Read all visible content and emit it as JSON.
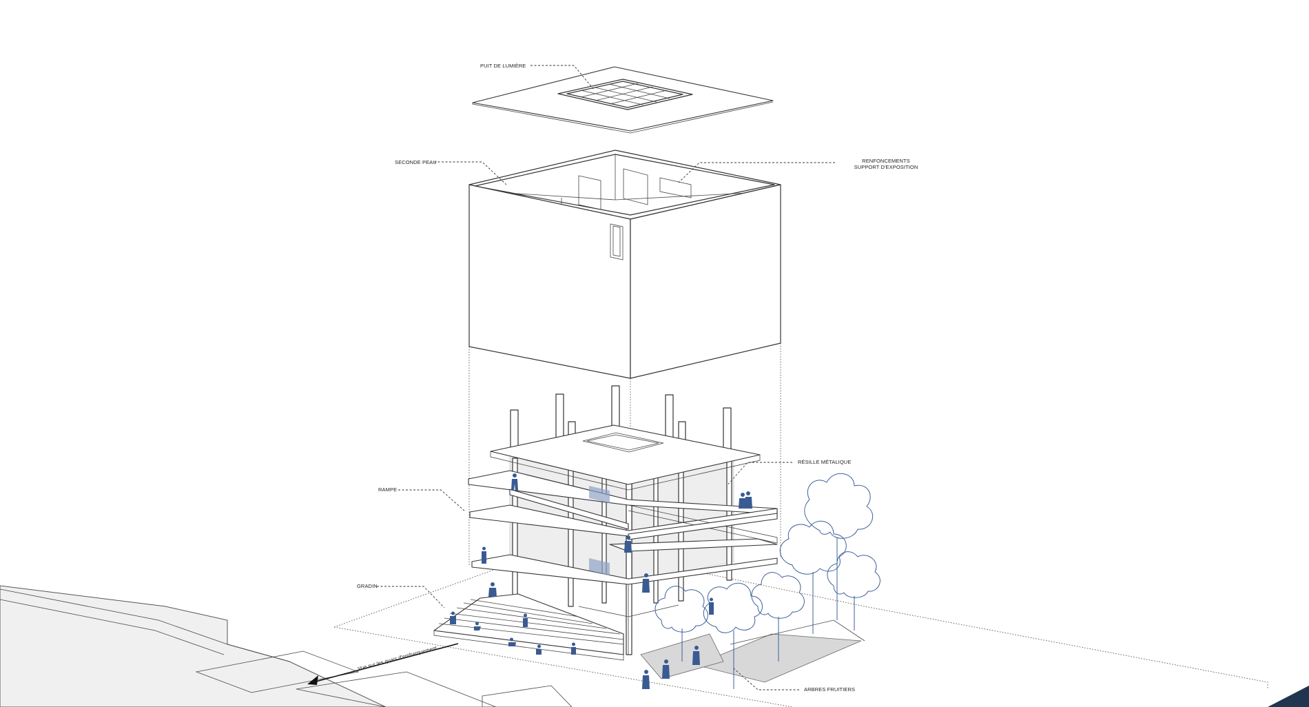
{
  "labels": {
    "skylight": "PUIT DE LUMIÈRE",
    "second_skin": "SECONDE PEAU",
    "recesses_line1": "RENFONCEMENTS",
    "recesses_line2": "SUPPORT D'EXPOSITION",
    "metal_mesh": "RÉSILLE MÉTALIQUE",
    "ramp": "RAMPE",
    "bleachers": "GRADIN",
    "fruit_trees": "ARBRES FRUITIERS",
    "view_arrow": "Vue sur les quais d'embarquement"
  },
  "colors": {
    "line": "#333333",
    "people": "#3a5a92",
    "trees": "#3d5f99",
    "corner_accent": "#1f3550"
  }
}
